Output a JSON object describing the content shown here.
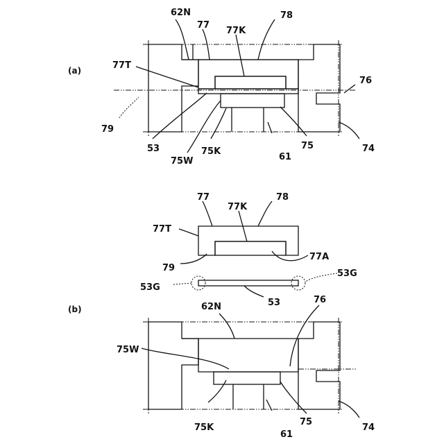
{
  "panels": {
    "a": "(a)",
    "b": "(b)"
  },
  "labels_a": {
    "l62N": "62N",
    "l77": "77",
    "l77K": "77K",
    "l78": "78",
    "l77T": "77T",
    "l76": "76",
    "l79": "79",
    "l53": "53",
    "l75W": "75W",
    "l75K": "75K",
    "l61": "61",
    "l75": "75",
    "l74": "74"
  },
  "labels_b": {
    "l77": "77",
    "l78": "78",
    "l77K": "77K",
    "l77T": "77T",
    "l79": "79",
    "l77A": "77A",
    "l53G_left": "53G",
    "l53G_right": "53G",
    "l53": "53",
    "l62N": "62N",
    "l76": "76",
    "l75W": "75W",
    "l75K": "75K",
    "l61": "61",
    "l75": "75",
    "l74": "74"
  }
}
